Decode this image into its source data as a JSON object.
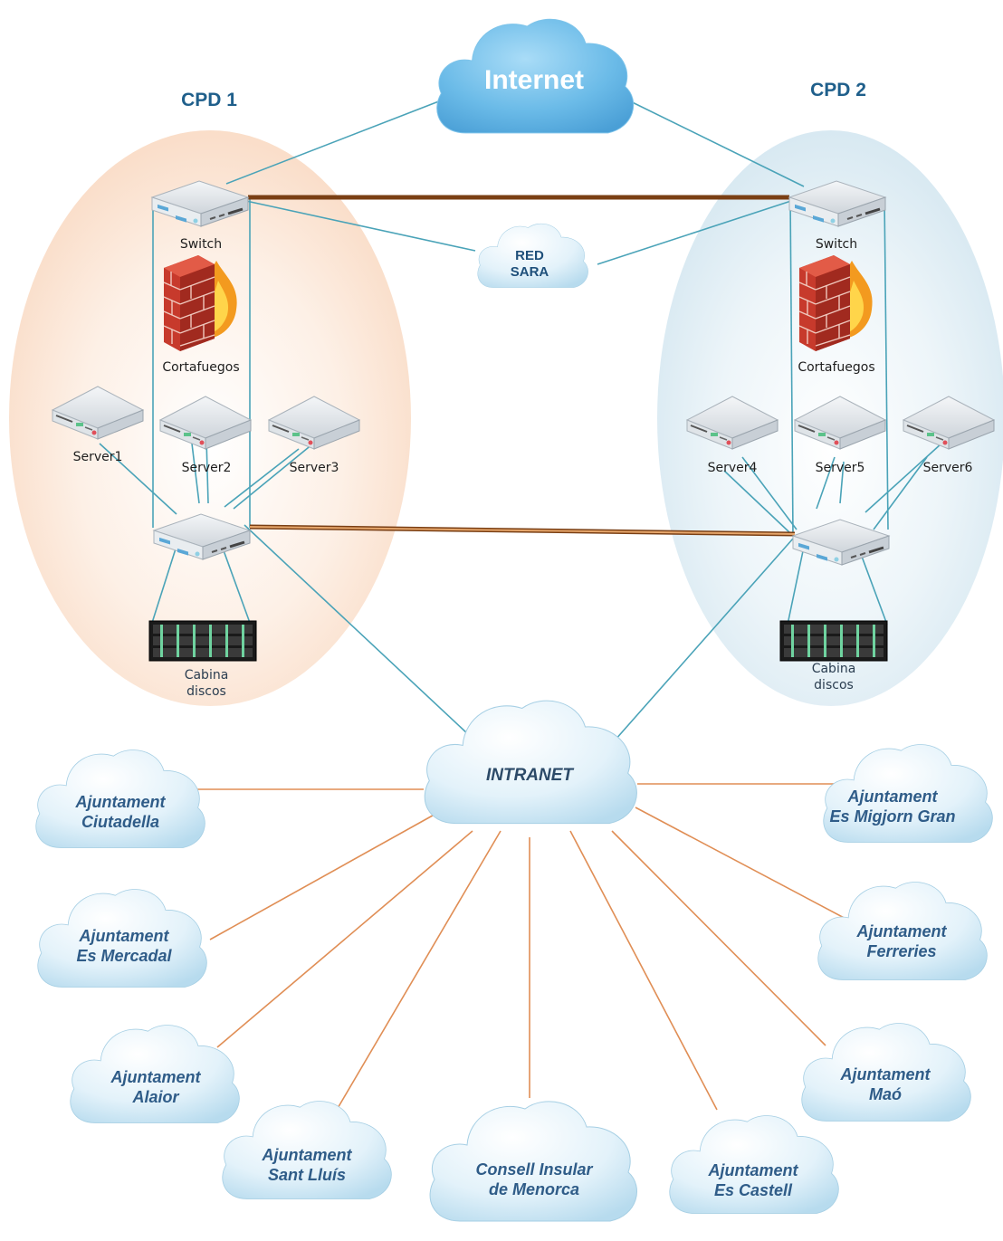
{
  "cpd1": {
    "title": "CPD 1",
    "switch_label": "Switch",
    "firewall_label": "Cortafuegos",
    "servers": [
      "Server1",
      "Server2",
      "Server3"
    ],
    "cabina_line1": "Cabina",
    "cabina_line2": "discos"
  },
  "cpd2": {
    "title": "CPD 2",
    "switch_label": "Switch",
    "firewall_label": "Cortafuegos",
    "servers": [
      "Server4",
      "Server5",
      "Server6"
    ],
    "cabina_line1": "Cabina",
    "cabina_line2": "discos"
  },
  "internet": {
    "label": "Internet"
  },
  "red_sara": {
    "line1": "RED",
    "line2": "SARA"
  },
  "intranet": {
    "label": "INTRANET"
  },
  "ajuntaments": [
    {
      "line1": "Ajuntament",
      "line2": "Ciutadella"
    },
    {
      "line1": "Ajuntament",
      "line2": "Es Mercadal"
    },
    {
      "line1": "Ajuntament",
      "line2": "Alaior"
    },
    {
      "line1": "Ajuntament",
      "line2": "Sant Lluís"
    },
    {
      "line1": "Consell Insular",
      "line2": "de Menorca"
    },
    {
      "line1": "Ajuntament",
      "line2": "Es Castell"
    },
    {
      "line1": "Ajuntament",
      "line2": "Maó"
    },
    {
      "line1": "Ajuntament",
      "line2": "Ferreries"
    },
    {
      "line1": "Ajuntament",
      "line2": "Es Migjorn Gran"
    }
  ],
  "colors": {
    "cpd1_zone": "#fbe0cc",
    "cpd2_zone": "#dbeaf2",
    "teal_link": "#4aa3b8",
    "orange_link": "#e08e55",
    "trunk_link": "#c46a28",
    "cloud_fill": "#d6ecf7",
    "internet_cloud": "#5eb0e0"
  }
}
